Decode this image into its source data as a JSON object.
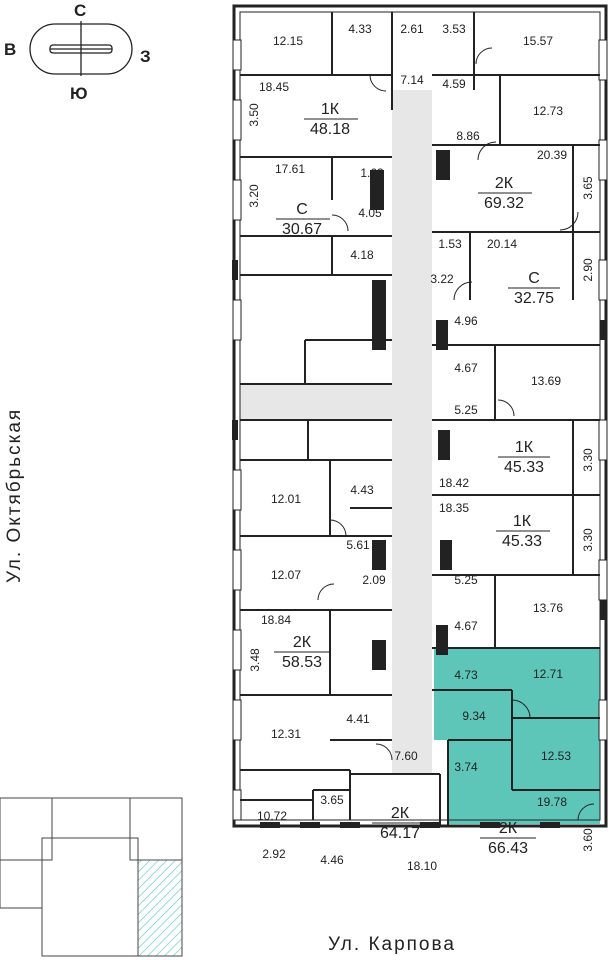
{
  "compass": {
    "north": "С",
    "west": "В",
    "east": "З",
    "south": "Ю"
  },
  "streets": {
    "left": "Ул. Октябрьская",
    "bottom": "Ул. Карпова"
  },
  "highlight_color": "#5ec6b9",
  "wall_color": "#222222",
  "corridor_color": "#e7e7e7",
  "apartments": [
    {
      "type": "1К",
      "area": "48.18"
    },
    {
      "type": "С",
      "area": "30.67"
    },
    {
      "type": "2К",
      "area": "69.32"
    },
    {
      "type": "С",
      "area": "32.75"
    },
    {
      "type": "1К",
      "area": "45.33"
    },
    {
      "type": "1К",
      "area": "45.33"
    },
    {
      "type": "2К",
      "area": "58.53"
    },
    {
      "type": "2К",
      "area": "64.17"
    },
    {
      "type": "2К",
      "area": "66.43"
    }
  ],
  "room_areas": [
    "12.15",
    "4.33",
    "2.61",
    "18.45",
    "7.14",
    "3.50",
    "17.61",
    "1.63",
    "3.20",
    "4.05",
    "4.18",
    "3.53",
    "15.57",
    "4.59",
    "12.73",
    "8.86",
    "20.39",
    "3.65",
    "1.53",
    "20.14",
    "3.22",
    "2.90",
    "4.96",
    "4.67",
    "13.69",
    "5.25",
    "3.30",
    "18.42",
    "18.35",
    "3.30",
    "5.25",
    "13.76",
    "4.67",
    "12.01",
    "4.43",
    "5.61",
    "12.07",
    "2.09",
    "18.84",
    "3.48",
    "4.73",
    "12.71",
    "9.34",
    "12.53",
    "3.74",
    "19.78",
    "3.60",
    "12.31",
    "4.41",
    "7.60",
    "10.72",
    "3.65",
    "2.92",
    "4.46",
    "18.10"
  ]
}
